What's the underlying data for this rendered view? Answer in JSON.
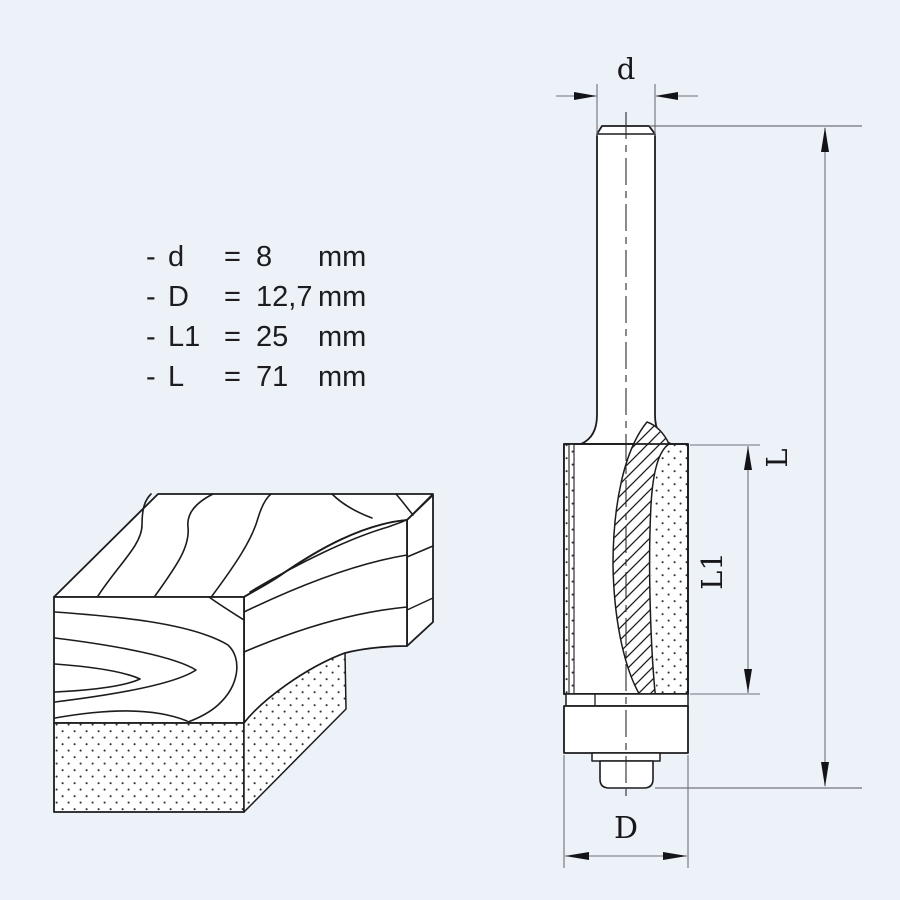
{
  "colors": {
    "background": "#EDF1F8",
    "object_line": "#1C1C1E",
    "dimension_line": "#6E737B",
    "arrow": "#141418",
    "text": "#1D1D1F"
  },
  "spec_list": {
    "rows": [
      {
        "dash": "-",
        "label": "d",
        "eq": "=",
        "value": "8",
        "unit": "mm"
      },
      {
        "dash": "-",
        "label": "D",
        "eq": "=",
        "value": "12,7",
        "unit": "mm"
      },
      {
        "dash": "-",
        "label": "L1",
        "eq": "=",
        "value": "25",
        "unit": "mm"
      },
      {
        "dash": "-",
        "label": "L",
        "eq": "=",
        "value": "71",
        "unit": "mm"
      }
    ]
  },
  "drawing": {
    "labels": {
      "shank_diameter": "d",
      "overall_length": "L",
      "cutting_length": "L1",
      "cutting_diameter": "D"
    }
  }
}
